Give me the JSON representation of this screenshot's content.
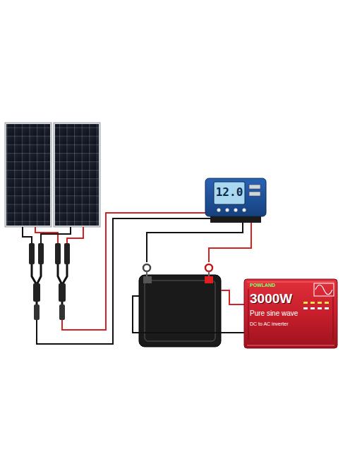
{
  "diagram": {
    "nodes": [
      {
        "text": [
          "12.0"
        ]
      },
      {
        "text": [
          "POWLAND",
          "3000W",
          "Pure sine wave",
          "DC to AC inverter"
        ]
      }
    ]
  }
}
